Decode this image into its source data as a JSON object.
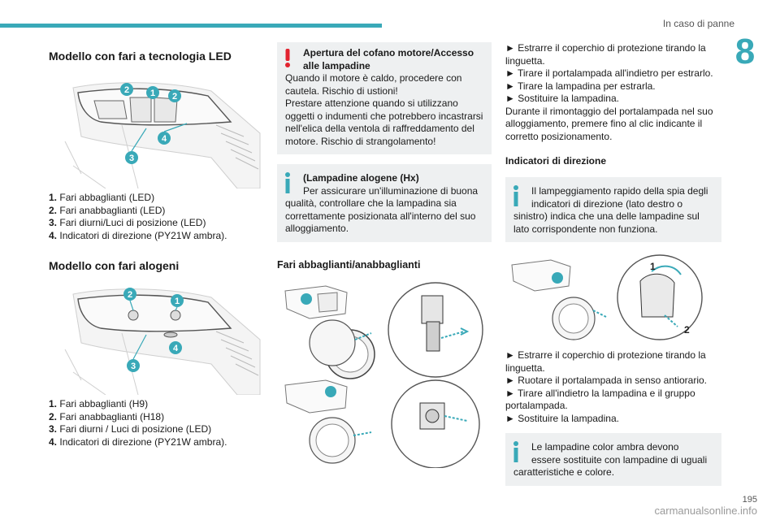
{
  "header": {
    "title": "In caso di panne",
    "chapter": "8",
    "page": "195"
  },
  "watermark": "carmanualsonline.info",
  "colors": {
    "accent": "#39a9b8",
    "warning": "#e2232f",
    "info_box": "#eef0f1"
  },
  "col1": {
    "led_title": "Modello con fari a tecnologia LED",
    "led_callouts": [
      "2",
      "1",
      "2",
      "4",
      "3"
    ],
    "led_items": [
      {
        "num": "1.",
        "text": "Fari abbaglianti (LED)"
      },
      {
        "num": "2.",
        "text": "Fari anabbaglianti (LED)"
      },
      {
        "num": "3.",
        "text": "Fari diurni/Luci di posizione (LED)"
      },
      {
        "num": "4.",
        "text": "Indicatori di direzione (PY21W ambra)."
      }
    ],
    "halogen_title": "Modello con fari alogeni",
    "halogen_callouts": [
      "2",
      "1",
      "4",
      "3"
    ],
    "halogen_items": [
      {
        "num": "1.",
        "text": "Fari abbaglianti (H9)"
      },
      {
        "num": "2.",
        "text": "Fari anabbaglianti (H18)"
      },
      {
        "num": "3.",
        "text": "Fari diurni / Luci di posizione (LED)"
      },
      {
        "num": "4.",
        "text": "Indicatori di direzione (PY21W ambra)."
      }
    ]
  },
  "col2": {
    "warning": {
      "title_line1": "Apertura del cofano motore/Accesso",
      "title_line2": "alle lampadine",
      "lines": [
        "Quando il motore è caldo, procedere con",
        "cautela. Rischio di ustioni!",
        "Prestare attenzione quando si utilizzano",
        "oggetti o indumenti che potrebbero incastrarsi",
        "nell'elica della ventola di raffreddamento del",
        "motore. Rischio di strangolamento!"
      ]
    },
    "info": {
      "title": "(Lampadine alogene (Hx)",
      "line1": "Per assicurare un'illuminazione di buona",
      "lines": [
        "qualità, controllare che la lampadina sia",
        "correttamente posizionata all'interno del suo",
        "alloggiamento."
      ]
    },
    "section_title": "Fari abbaglianti/anabbaglianti"
  },
  "col3": {
    "steps1": [
      "► Estrarre il coperchio di protezione tirando la",
      "linguetta.",
      "► Tirare il portalampada all'indietro per estrarlo.",
      "► Tirare la lampadina per estrarla.",
      "► Sostituire la lampadina.",
      "Durante il rimontaggio del portalampada nel suo",
      "alloggiamento, premere fino al clic indicante il",
      "corretto posizionamento."
    ],
    "indicators_title": "Indicatori di direzione",
    "info1": {
      "line1": "Il lampeggiamento rapido della spia degli",
      "line2": "indicatori di direzione (lato destro o",
      "lines": [
        "sinistro) indica che una delle lampadine sul",
        "lato corrispondente non funziona."
      ]
    },
    "fig_callouts": [
      "1",
      "2"
    ],
    "steps2": [
      "► Estrarre il coperchio di protezione tirando la",
      "linguetta.",
      "► Ruotare il portalampada in senso antiorario.",
      "► Tirare all'indietro la lampadina e il gruppo",
      "portalampada.",
      "► Sostituire la lampadina."
    ],
    "info2": {
      "line1": "Le lampadine color ambra devono",
      "line2": "essere sostituite con lampadine di uguali",
      "lines": [
        "caratteristiche e colore."
      ]
    }
  }
}
